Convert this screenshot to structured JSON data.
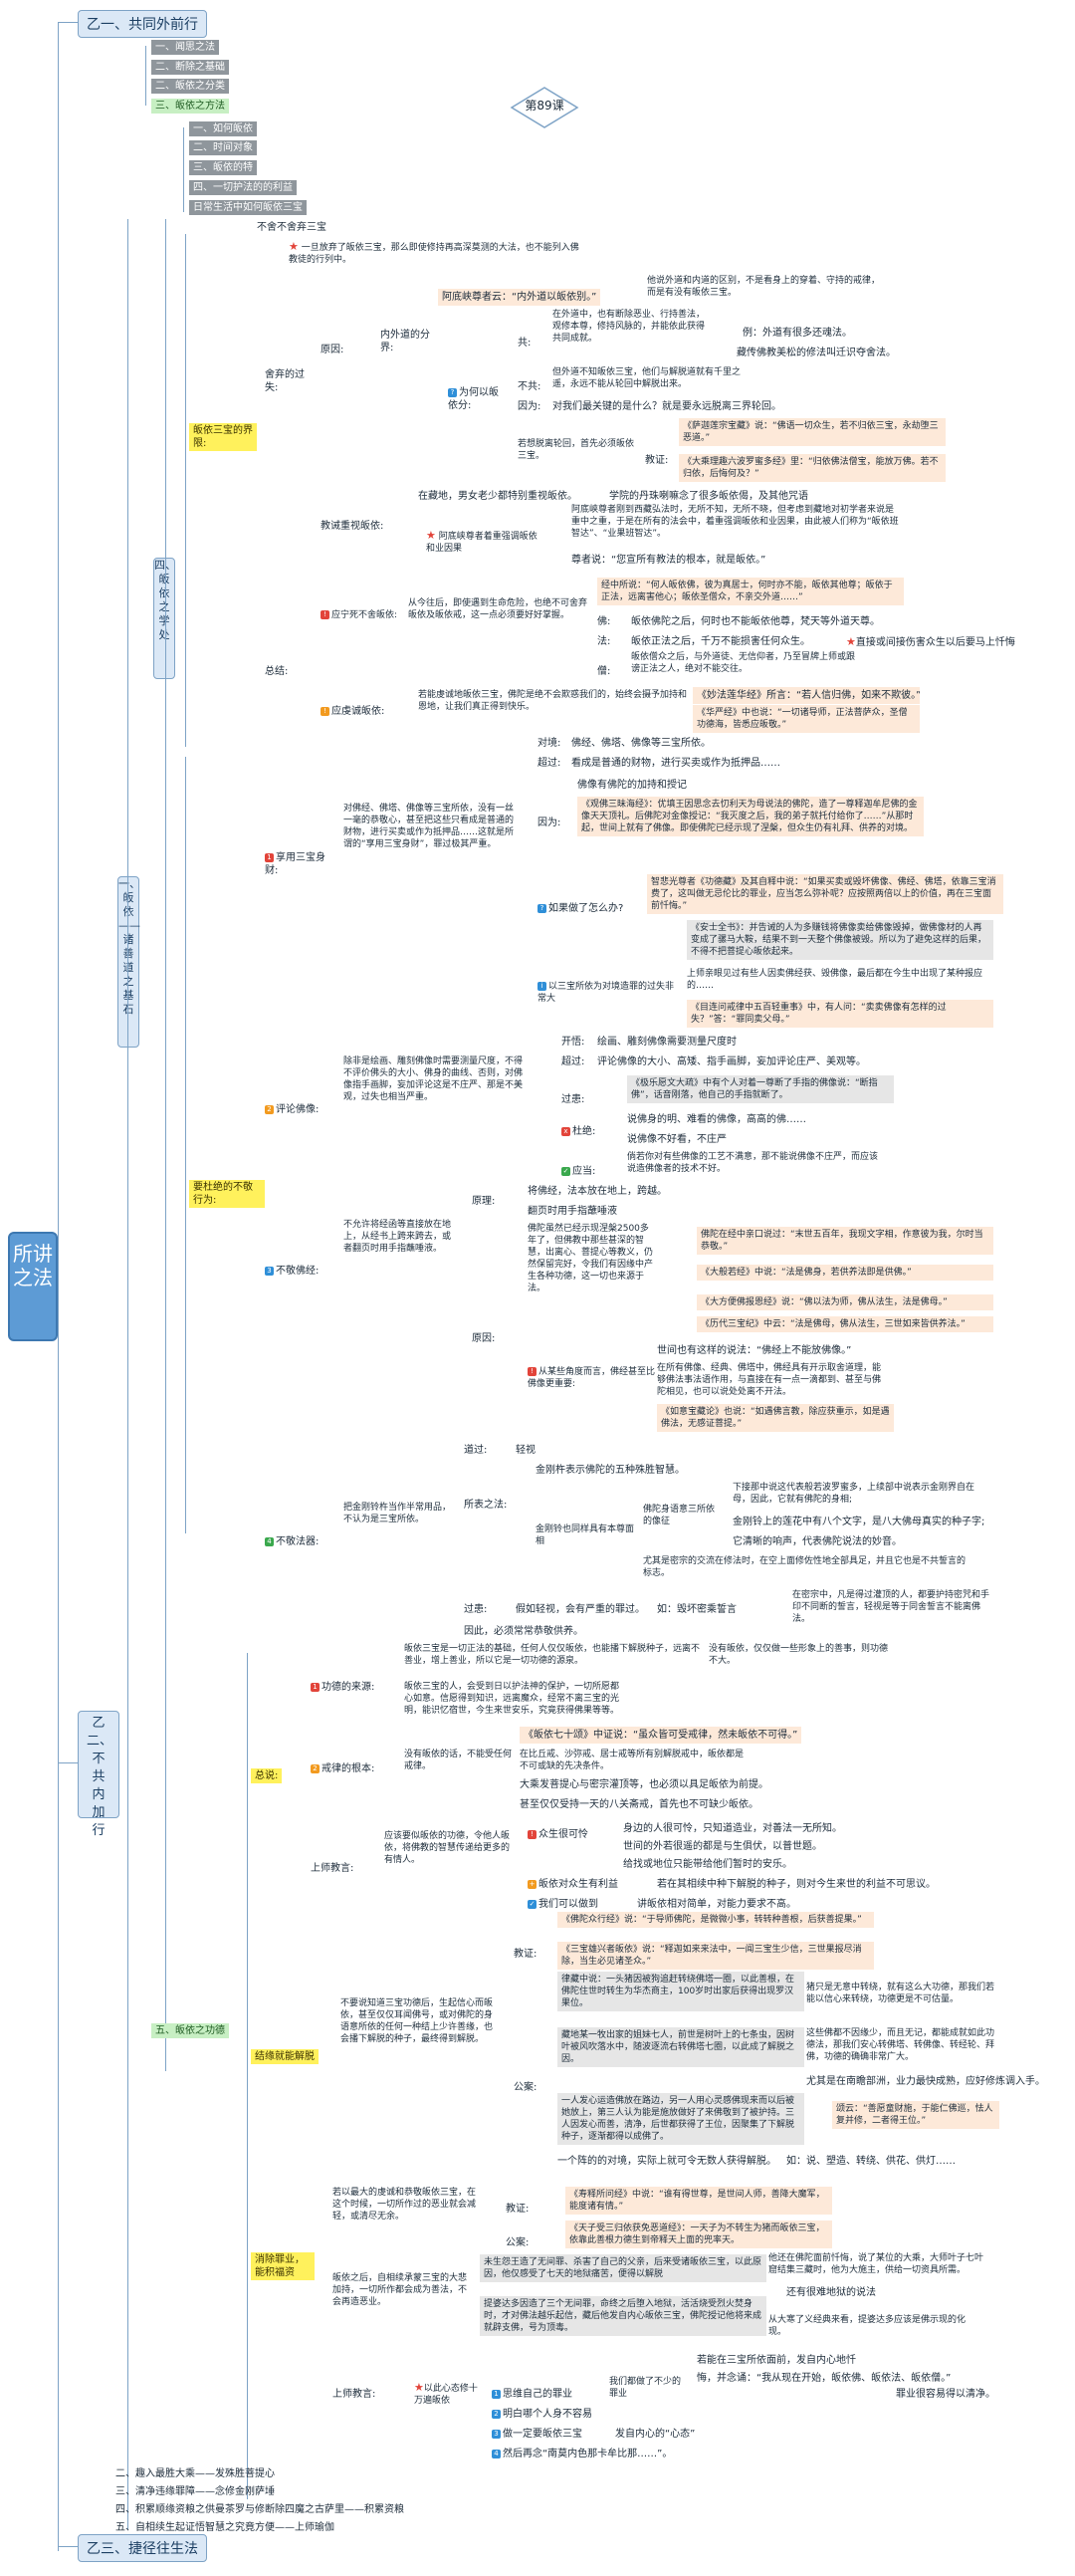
{
  "root": "所讲之法",
  "lesson": "第89课",
  "sections": {
    "s1": "乙一、共同外前行",
    "s2": "乙二、不共内加行",
    "s3": "乙三、捷径往生法"
  },
  "outline": {
    "part1": [
      "一、闻思之法",
      "二、断除之基础",
      "二、皈依之分类",
      "三、皈依之方法"
    ],
    "methods": [
      "一、如何皈依",
      "二、时间对象",
      "三、皈依的特",
      "四、一切护法的的利益",
      "日常生活中如何皈依三宝"
    ],
    "vert_four": "四、皈依之学处",
    "vert_ch": "一、皈依——诸善道之基石",
    "five": "五、皈依之功德",
    "bottom": [
      "二、趣入最胜大乘——发殊胜菩提心",
      "三、清净违缘罪障——念修金刚萨埵",
      "四、积累顺缘资粮之供曼茶罗与修断除四魔之古萨里——积累资粮",
      "五、自相续生起证悟智慧之究竟方便——上师瑜伽"
    ]
  },
  "branches": {
    "learning": "皈依三宝的界限:",
    "no_other": "不舍不舍弃三宝",
    "star1": "一旦放弃了皈依三宝，那么即使修持再高深莫测的大法，也不能列入佛教徒的行列中。",
    "give_up": "舍弃的过失:",
    "reason": "原因:",
    "inner_outer": "内外道的分界:",
    "arhat": "阿底峡尊者云：“内外道以皈依别。”",
    "other_qualities": "他说外道和内道的区别，不是看身上的穿着、守持的戒律，而是有没有皈依三宝。",
    "common": "共:",
    "common_desc": "在外道中，也有断除恶业、行持善法，观修本尊，修持风脉的，并能依此获得共同成就。",
    "example": "例：外道有很多还魂法。",
    "example2": "藏传佛教美松的修法叫迁识夺舍法。",
    "not_common": "不共:",
    "not_common_desc": "但外道不知皈依三宝，他们与解脱道就有千里之遥，永远不能从轮回中解脱出来。",
    "why": "为何以皈依分:",
    "because": "因为:",
    "because_desc": "对我们最关键的是什么？就是要永远脱离三界轮回。",
    "leave": "若想脱离轮回，首先必须皈依三宝。",
    "teach": "教证:",
    "teach1": "《萨迦莲宗宝藏》说：“佛语一切众生，若不归依三宝，永劫堕三恶道。”",
    "teach2": "《大乘理趣六波罗蜜多经》里：“归依佛法僧宝，能放万佛。若不归依，后悔何及？”",
    "real": "在藏地，男女老少都特别重视皈依。",
    "real2": "学院的丹珠喇嘛念了很多皈依偈，及其他咒语",
    "teach_ex": "教诫重视皈依:",
    "atisha": "阿底峡尊者着重强调皈依和业因果",
    "atisha2": "阿底峡尊者刚到西藏弘法时，无所不知，无所不晓，但考虑到藏地对初学者来说是重中之重，于是在所有的法会中，着重强调皈依和业因果，由此被人们称为“皈依班智达”、“业果班智达”。",
    "jiangong": "尊者说：“您宣所有教法的根本，就是皈依。”",
    "summary": "总结:",
    "jiezhi": "应宁死不舍皈依:",
    "jiezhi_desc": "从今往后，即使遇到生命危险，也绝不可舍弃皈依及皈依戒，这一点必须要好好掌握。",
    "jing1": "经中所说：“何人皈依佛，彼为真居士，何时亦不能，皈依其他尊；皈依于正法，远离害他心；皈依圣僧众，不亲交外道……”",
    "fo": "佛:",
    "fo_desc": "皈依佛陀之后，何时也不能皈依他尊，梵天等外道天尊。",
    "fa": "法:",
    "fa_desc": "皈依正法之后，千万不能损害任何众生。",
    "fa_note": "直接或间接伤害众生以后要马上忏悔",
    "seng": "僧:",
    "seng_desc": "皈依僧众之后，与外道徒、无信仰者，乃至冒牌上师或跟谤正法之人，绝对不能交往。",
    "yingduan": "应虔诚皈依:",
    "yingduan_desc": "若能虔诚地皈依三宝，佛陀是绝不会欺惑我们的，始终会摄予加持和恩地，让我们真正得到快乐。",
    "yingduan_q1": "《妙法莲华经》所言：“若人信归佛，如来不欺彼。”",
    "yingduan_q2": "《华严经》中也说：“一切诸导师，正法菩萨众，圣僧功德海，皆悉应皈敬。”",
    "zunjing": "要杜绝的不敬行为:",
    "zun_q1": "享用三宝身财:",
    "zun_q1_desc": "对佛经、佛塔、佛像等三宝所依，没有一丝一毫的恭敬心，甚至把这些只看成是普通的财物，进行买卖或作为抵押品……这就是所谓的“享用三宝身财”，罪过极其严重。",
    "fosi": "对境:",
    "fosi_desc": "佛经、佛塔、佛像等三宝所依。",
    "chaosuo": "超过:",
    "chaosuo_desc": "看成是普通的财物，进行买卖或作为抵押品……",
    "yinwei": "因为:",
    "yinwei_h": "佛像有佛陀的加持和授记",
    "yinwei_1": "《观佛三昧海经》：优填王因思念去忉利天为母说法的佛陀，造了一尊释迦牟尼佛的金像天天顶礼。后佛陀对金像授记：“我灭度之后，我的弟子就托付给你了……”从那时起，世间上就有了佛像。即使佛陀已经示现了涅槃，但众生仍有礼拜、供养的对境。",
    "how": "如果做了怎么办?",
    "how_desc": "智悲光尊者《功德藏》及其自释中说：“如果买卖或毁坏佛像、佛经、佛塔，依靠三宝消费了，这叫做无忌伦比的罪业，应当怎么弥补呢？应按照两倍以上的价值，再在三宝面前忏悔。”",
    "sanbao1": "《安士全书》：并告诫的人为多赚钱将佛像卖给佛像毁掉，做佛像材的人再变成了骡马大鞍，结果不到一天整个佛像被毁。所以为了避免这样的后果，不得不把菩提心皈依起来。",
    "sanbao2": "上师亲眼见过有些人因卖佛经获、毁佛像，最后都在今生中出现了某种报应的……",
    "sanbao3": "《目连问戒律中五百轻重事》中，有人问：“卖卖佛像有怎样的过失？”答：“罪同卖父母。”",
    "sanbao_h": "以三宝所依为对境造罪的过失非常大",
    "pingjia": "评论佛像:",
    "pingjia_desc": "除非是绘画、雕刻佛像时需要测量尺度，不得不评价佛头的大小、佛身的曲线、否则，对佛像指手画脚，妄加评论这是不庄严、那是不美观，过失也相当严重。",
    "kaifo": "开悟:",
    "kaifo_desc": "绘画、雕刻佛像需要测量尺度时",
    "chaoyue": "超过:",
    "chaoyue_desc": "评论佛像的大小、高矮、指手画脚，妄加评论庄严、美观等。",
    "guoshi": "过患:",
    "guoshi_1": "《极乐愿文大疏》中有个人对着一尊断了手指的佛像说：“断指佛”，话音刚落，他自己的手指就断了。",
    "zhizhi": "杜绝:",
    "zhizhi_1": "说佛身的明、难看的佛像，高高的佛……",
    "zhizhi_2": "说佛像不好看，不庄严",
    "yingdang": "应当:",
    "yingdang_desc": "倘若你对有些佛像的工艺不满意，那不能说佛像不庄严，而应该说造佛像者的技术不好。",
    "bujing": "不敬佛经:",
    "bujing_desc": "不允许将经函等直接放在地上，从经书上跨来跨去，或者翻页时用手指蘸唾液。",
    "yuanli": "原理:",
    "yuanli_1": "将佛经，法本放在地上，跨越。",
    "yuanli_2": "翻页时用手指蘸唾液",
    "yuanyin": "原因:",
    "yuanyin_desc": "佛陀虽然已经示现涅槃2500多年了，但佛教中那些甚深的智慧，出离心、菩提心等教义，仍然保留完好，令我们有因缘中产生各种功德，这一切也来源于法。",
    "yuanyin_1": "佛陀在经中亲口说过：“末世五百年，我现文字相，作意彼为我，尔时当恭敬。”",
    "yuanyin_2": "《大般若经》中说：“法是佛身，若供养法即是供佛。”",
    "yuanyin_3": "《大方便佛报恩经》说：“佛以法为师，佛从法生，法是佛母。”",
    "yuanyin_4": "《历代三宝纪》中云：“法是佛母，佛从法生，三世如来皆供养法。”",
    "cong": "从某些角度而言，佛经甚至比佛像更重要:",
    "cong_h": "世间也有这样的说法：“佛经上不能放佛像。”",
    "cong_1": "在所有佛像、经典、佛塔中，佛经具有开示取舍道理，能够佛法事法语作用，与直接在有一点一滴都到、甚至与佛陀相见，也可以说处处离不开法。",
    "cong_2": "《如意宝藏论》也说：“如遇佛言教，除应获重示，如是遇佛法，无感证菩提。”",
    "bujingseng": "不敬法器:",
    "bujingseng_desc": "把金刚铃杵当作半常用品，不认为是三宝所依。",
    "guo_l": "道过:",
    "guo_l_desc": "轻视",
    "suoshi": "所表之法:",
    "suoshi_1": "金刚杵表示佛陀的五种殊胜智慧。",
    "suoshi_2": "金刚铃也同样具有本尊面相",
    "suoshi_2a": "佛陀身语意三所依的像征",
    "suoshi_2b": "下接那中说这代表般若波罗蜜多，上续部中说表示金刚界自在母，因此，它就有佛陀的身相;",
    "suoshi_2c": "金刚铃上的莲花中有八个文字，是八大佛母真实的种子字;",
    "suoshi_2d": "它清晰的响声，代表佛陀说法的妙音。",
    "suoshi_3": "尤其是密宗的交流在修法时，在空上面修佐性地全部具足，并且它也是不共誓言的标志。",
    "guohuan": "过患:",
    "guohuan_1": "假如轻视，会有严重的罪过。",
    "guohuan_2": "如：毁坏密乘誓言",
    "guohuan_3": "在密宗中，凡是得过灌顶的人，都要护持密咒和手印不同断的誓言，轻视是等于同舍誓言不能离佛法。",
    "guohuan_4": "因此，必须常常恭敬供养。",
    "zongjie": "总说:",
    "gongde": "功德的来源:",
    "gongde_desc": "皈依三宝是一切正法的基础，任何人仅仅皈依，也能播下解脱种子，远离不善业，增上善业，所以它是一切功德的源泉。",
    "gongde_2": "没有皈依，仅仅做一些形象上的善事，则功德不大。",
    "gongde_3": "皈依三宝的人，会受到日以护法神的保护，一切所愿都心如意。信愿得到知识，远离魔众，经常不离三宝的光明，能识忆宿世，今生来世安乐，究竟获得佛果等等。",
    "jiu": "戒律的根本:",
    "jiu_desc": "没有皈依的话，不能受任何戒律。",
    "jiu_1": "《皈依七十颂》中证说：“虽众皆可受戒律，然未皈依不可得。”",
    "jiu_2": "在比丘戒、沙弥戒、居士戒等所有别解脱戒中，皈依都是不可或缺的先决条件。",
    "jiu_3": "大乘发菩提心与密宗灌顶等，也必须以具足皈依为前提。",
    "jiu_4": "甚至仅仅受持一天的八关斋戒，首先也不可缺少皈依。",
    "shangshi": "上师教言:",
    "shangshi_desc": "应该要似皈依的功德，令他人皈依，将佛教的智慧传递给更多的有情人。",
    "shangshi_1": "众生很可怜",
    "shangshi_1a": "身边的人很可怜，只知道造业，对善法一无所知。",
    "shangshi_1b": "世间的外若很遥的都是与生俱伏，以普世题。",
    "shangshi_1c": "给找或地位只能带给他们暂时的安乐。",
    "shangshi_2": "皈依对众生有利益",
    "shangshi_2a": "若在其相续中种下解脱的种子，则对今生来世的利益不可思议。",
    "shangshi_3": "我们可以做到",
    "shangshi_3a": "讲皈依相对简单，对能力要求不高。",
    "jieyuan": "结缘就能解脱",
    "jieyuan_desc": "不要说知道三宝功德后，生起信心而皈依，甚至仅仅耳闻佛号，或对佛陀的身语意所依的任何一种结上少许善缘，也会播下解脱的种子，最终得到解脱。",
    "jy_t": "教证:",
    "jy_t1": "《佛陀众行经》说：“于导师佛陀，是微微小事，转转种善根，后获善提果。”",
    "jy_t2": "《三宝雄兴者皈依》说：“释迦如来来法中，一闻三宝生少信，三世果报尽消除，当生必见诸圣众。”",
    "jy_g": "公案:",
    "jy_g1": "律藏中说：一头猪因被狗追赶转绕佛塔一圈，以此善根，在佛陀住世时转生为华杰商主，100岁时出家后获得出现罗汉果位。",
    "jy_g1b": "猪只是无意中转绕，就有这么大功德，那我们若能以信心来转绕，功德更是不可估量。",
    "jy_g2": "藏地某一牧出家的姐妹七人，前世是树叶上的七条虫，因树叶被风吹落水中，随波逐流右转佛塔七圈，以此成了解脱之因。",
    "jy_g2b": "这些佛都不因缘少，而且无记，都能成就如此功德法，那我们安心转佛塔、转佛像、转经轮、拜佛，功德的确确非常广大。",
    "jy_g2c": "尤其是在南瞻部洲，业力最快成熟，应好修炼调入手。",
    "jy_g3": "一人发心运造佛放在路边，另一人用心灵感佛现来而以后被她放上，第三人认为能是施放做好了来佛敬到了被护持。三人因发心而善，清净，后世都获得了王位，因聚集了下解脱种子，逐渐都得以成佛了。",
    "jy_g3b": "颂云：“善愿童财施，于能仁佛巡，怯人复并修，二者得王位。”",
    "jy_g4": "一个阵的的对境，实际上就可令无数人获得解脱。",
    "jy_g5": "如：说、塑造、转绕、供花、供灯……",
    "xiaochu": "消除罪业，能积福资",
    "xc_desc": "若以最大的虔诚和恭敬皈依三宝，在这个时候，一切所作过的恶业就会减轻，或清尽无余。",
    "xc_t": "教证:",
    "xc_t1": "《寿释所问经》中说：“谁有得世尊，是世间人师，善降大魔军，能度诸有情。”",
    "xc_g": "公案:",
    "xc_g1": "《天子受三归依获免恶道经》：一天子为不转生为猪而皈依三宝，依靠此善根力德生到帝释天上面的兜率天。",
    "xc_s": "上师教言:",
    "xc_s_desc": "皈依之后，自相续承蒙三宝的大悲加持，一切所作都会成为善法，不会再造恶业。",
    "xc_s_1": "未生怨王造了无间罪、杀害了自己的父亲，后来受诸皈依三宝，以此原因，他仅感受了七天的地狱痛苦，便得以解脱",
    "xc_s_1b": "他还在佛陀面前忏悔，说了某位的大乘，大师叶子七叶窟结集三藏时，他为大施主，供给一切资具所需。",
    "xc_s_1c": "还有很难地狱的说法",
    "xc_s_2": "提婆达多因造了三个无间罪，命终之后堕入地狱，活活烧受烈火焚身时，才对佛法越乐起信，藏后他发自内心皈依三宝，佛陀授记他将来成就辟支佛，号为顶毒。",
    "xc_s_2b": "从大寒了义经典来看，提婆达多应该是佛示现的化现。",
    "xc_s_q": "以此心态修十万遍皈依",
    "xc_s_q1": "若能在三宝所依面前，发自内心地忏",
    "xc_s_q2": "悔，并念诵：“我从现在开始，皈依佛、皈依法、皈依僧。”",
    "xc_s_q3": "罪业很容易得以清净。",
    "xc_s_q4": "思维自己的罪业",
    "xc_s_q5": "我们都做了不少的罪业",
    "xc_s_q6": "明白哪个人身不容易",
    "xc_s_q7": "做一定要皈依三宝",
    "xc_s_q8": "发自内心的“心态”",
    "xc_s_q9": "然后再念“南莫内色那卡牟比那……”。"
  },
  "colors": {
    "line": "#7ea3c6",
    "root": "#5d9bd5",
    "section": "#dbe8f6",
    "yellow": "#fff15c",
    "green": "#c7efc3",
    "gray": "#8f969c",
    "peach": "#fde9d9"
  }
}
